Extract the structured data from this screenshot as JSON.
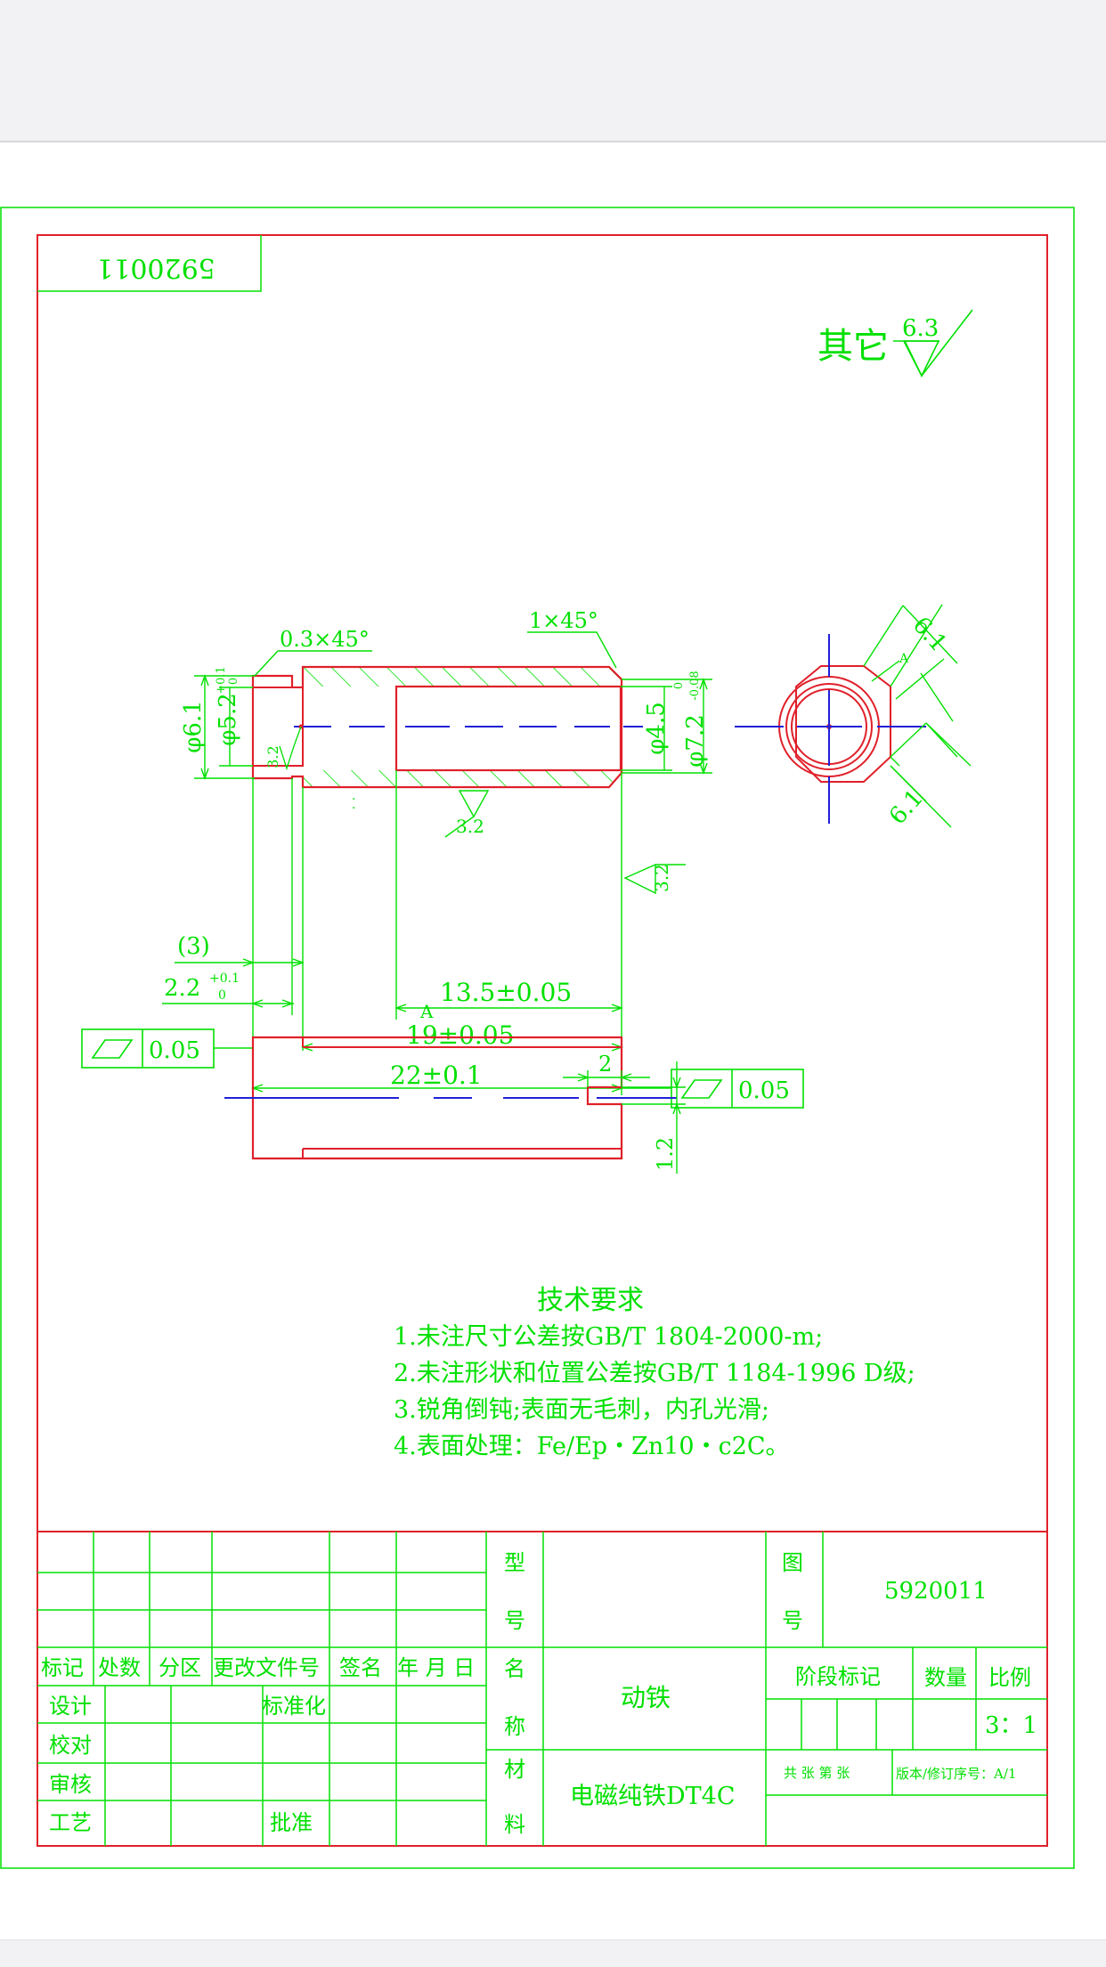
{
  "drawing_no": "5920011",
  "drawing_no_rotated": "5920011",
  "roughness": {
    "label": "其它",
    "value": "6.3"
  },
  "dims": {
    "chamfer1": "0.3×45°",
    "chamfer2": "1×45°",
    "d61": "φ6.1",
    "d52": "φ5.2",
    "d52_tol_up": "+0.1",
    "d52_tol_low": "0",
    "d45": "φ4.5",
    "d72": "φ7.2",
    "d72_tol_up": "0",
    "d72_tol_low": "-0.08",
    "rough32_inner": "3.2",
    "rough32_bottom": "3.2",
    "rough32_right": "3.2",
    "len3": "(3)",
    "len22": "2.2",
    "len22_tol_up": "+0.1",
    "len22_tol_low": "0",
    "len135": "13.5±0.05",
    "len19": "19±0.05",
    "len22b": "22±0.1",
    "flat1": "0.05",
    "flat2": "0.05",
    "hex1": "6.1",
    "hex2": "6.1",
    "sec_a": "A",
    "slot_w": "2",
    "slot_h": "1.2"
  },
  "notes": {
    "title": "技术要求",
    "items": [
      "1.未注尺寸公差按GB/T 1804-2000-m;",
      "2.未注形状和位置公差按GB/T 1184-1996 D级;",
      "3.锐角倒钝;表面无毛刺，内孔光滑;",
      "4.表面处理：Fe/Ep・Zn10・c2C。"
    ]
  },
  "titleblock": {
    "rev_headers": [
      "标记",
      "处数",
      "分区",
      "更改文件号",
      "签名",
      "年 月 日"
    ],
    "design": "设计",
    "standard": "标准化",
    "check": "校对",
    "review": "审核",
    "process": "工艺",
    "approve": "批准",
    "type_1": "型",
    "type_2": "号",
    "name_1": "名",
    "name_2": "称",
    "name_value": "动铁",
    "mat_1": "材",
    "mat_2": "料",
    "mat_value": "电磁纯铁DT4C",
    "dwg_1": "图",
    "dwg_2": "号",
    "dwg_value": "5920011",
    "stage": "阶段标记",
    "qty": "数量",
    "scale": "比例",
    "scale_value": "3：1",
    "sheets": "共  张  第  张",
    "version": "版本/修订序号：A/1"
  }
}
